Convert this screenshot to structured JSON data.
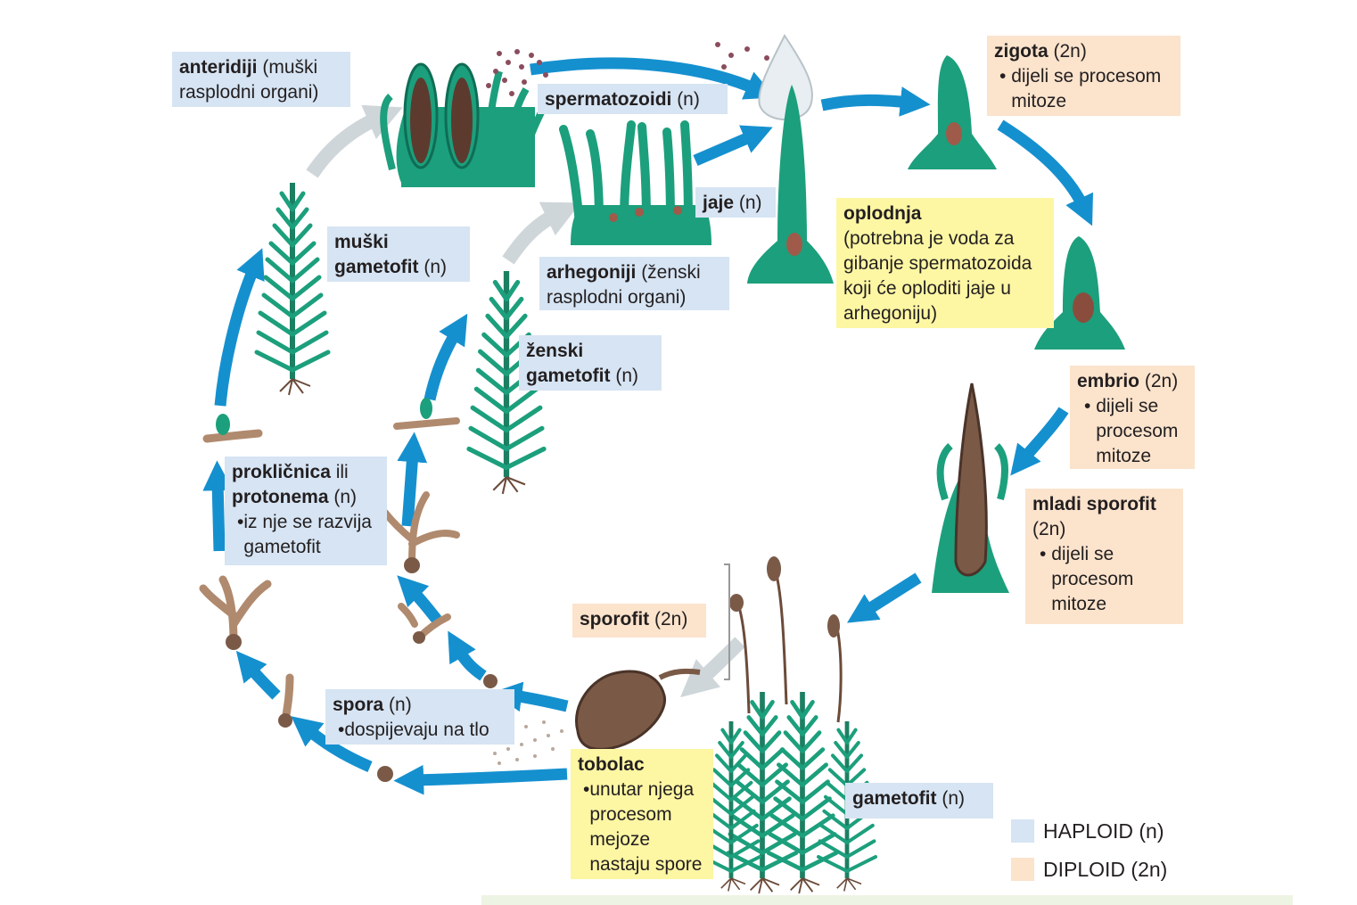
{
  "colors": {
    "haploid": "#d6e4f3",
    "diploid": "#fbe3cc",
    "highlight": "#fdf6a3",
    "arrow": "#1590cf",
    "plant": "#1c9f7c",
    "brown": "#7a5a47"
  },
  "labels": {
    "anteridiji": {
      "bold": "anteridiji",
      "rest1": " (muški",
      "line2": "rasplodni organi)"
    },
    "spermatozoidi": {
      "bold": "spermatozoidi",
      "rest": " (n)"
    },
    "zigota": {
      "bold": "zigota",
      "rest": " (2n)",
      "b1": "dijeli se procesom",
      "b2": "mitoze"
    },
    "jaje": {
      "bold": "jaje",
      "rest": " (n)"
    },
    "oplodnja": {
      "bold": "oplodnja",
      "l1": "(potrebna je voda za",
      "l2": "gibanje spermatozoida",
      "l3": "koji će oploditi jaje u",
      "l4": "arhegoniju)"
    },
    "muski_gametofit": {
      "bold1": "muški",
      "bold2": "gametofit",
      "rest": " (n)"
    },
    "arhegoniji": {
      "bold": "arhegoniji",
      "rest1": " (ženski",
      "line2": "rasplodni organi)"
    },
    "zenski_gametofit": {
      "bold1": "ženski",
      "bold2": "gametofit",
      "rest": " (n)"
    },
    "embrio": {
      "bold": "embrio",
      "rest": " (2n)",
      "b1": "dijeli se",
      "b2": "procesom",
      "b3": "mitoze"
    },
    "proklicnica": {
      "bold1": "prokličnica",
      "rest1": " ili",
      "bold2": "protonema",
      "rest2": " (n)",
      "b1": "iz nje se razvija",
      "b2": "gametofit"
    },
    "mladi_sporofit": {
      "bold": "mladi sporofit",
      "line2": "(2n)",
      "b1": "dijeli se",
      "b2": "procesom",
      "b3": "mitoze"
    },
    "sporofit": {
      "bold": "sporofit",
      "rest": " (2n)"
    },
    "spora": {
      "bold": "spora",
      "rest": " (n)",
      "b1": "dospijevaju na tlo"
    },
    "tobolac": {
      "bold": "tobolac",
      "b1": "unutar njega",
      "b2": "procesom",
      "b3": "mejoze",
      "b4": "nastaju spore"
    },
    "gametofit": {
      "bold": "gametofit",
      "rest": " (n)"
    }
  },
  "bullet": "•",
  "legend": {
    "haploid": "HAPLOID (n)",
    "diploid": "DIPLOID (2n)"
  }
}
